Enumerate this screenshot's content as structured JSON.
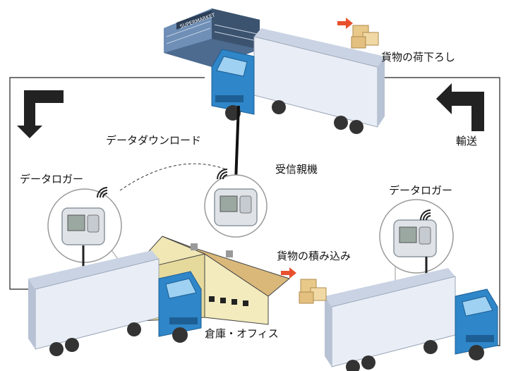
{
  "labels": {
    "supermarket_sign": "SUPERMARKET",
    "unloading": "貨物の荷下ろし",
    "transport": "輸送",
    "data_download": "データダウンロード",
    "receiver": "受信親機",
    "logger_left": "データロガー",
    "logger_right": "データロガー",
    "loading": "貨物の積み込み",
    "warehouse": "倉庫・オフィス"
  },
  "colors": {
    "truck_cab": "#2f86c8",
    "truck_cab_dark": "#1d5f95",
    "trailer": "#e9eef6",
    "barn_roof": "#d9b87a",
    "barn_wall": "#f3ebbd",
    "box": "#e8c98a",
    "arrow_red": "#e8502d",
    "flow_arrow": "#222222"
  }
}
